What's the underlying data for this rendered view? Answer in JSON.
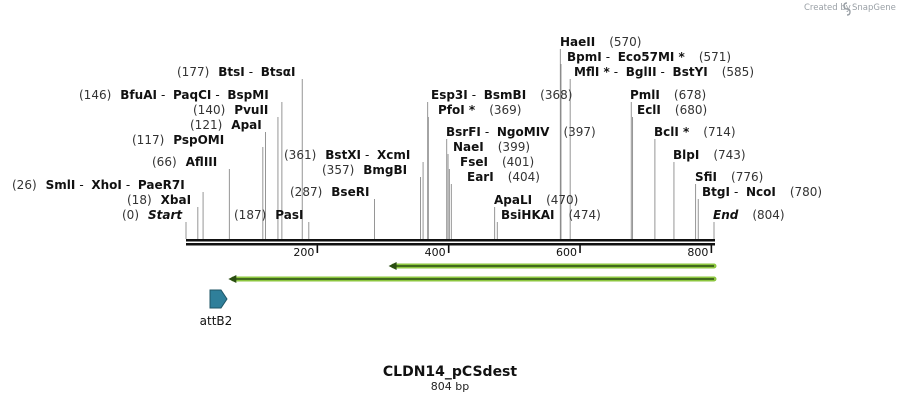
{
  "credit": {
    "prefix": "Created by",
    "brand": "SnapGene"
  },
  "sequence": {
    "name": "CLDN14_pCSdest",
    "length_label": "804 bp",
    "length": 804
  },
  "ruler": {
    "ticks": [
      200,
      400,
      600,
      800
    ]
  },
  "labels": [
    {
      "id": "start",
      "pos": "(0)",
      "parts": [
        {
          "text": "Start",
          "italic": true
        }
      ],
      "site": 0
    },
    {
      "id": "xbai",
      "pos": "(18)",
      "parts": [
        {
          "text": "XbaI"
        }
      ],
      "site": 18
    },
    {
      "id": "smli",
      "pos": "(26)",
      "parts": [
        {
          "text": "SmlI"
        },
        {
          "text": "XhoI"
        },
        {
          "text": "PaeR7I"
        }
      ],
      "site": 26
    },
    {
      "id": "afliii",
      "pos": "(66)",
      "parts": [
        {
          "text": "AflIII"
        }
      ],
      "site": 66
    },
    {
      "id": "pspomi",
      "pos": "(117)",
      "parts": [
        {
          "text": "PspOMI"
        }
      ],
      "site": 117
    },
    {
      "id": "apai",
      "pos": "(121)",
      "parts": [
        {
          "text": "ApaI"
        }
      ],
      "site": 121
    },
    {
      "id": "pvuii",
      "pos": "(140)",
      "parts": [
        {
          "text": "PvuII"
        }
      ],
      "site": 140
    },
    {
      "id": "bfuai",
      "pos": "(146)",
      "parts": [
        {
          "text": "BfuAI"
        },
        {
          "text": "PaqCI"
        },
        {
          "text": "BspMI"
        }
      ],
      "site": 146
    },
    {
      "id": "btsi",
      "pos": "(177)",
      "parts": [
        {
          "text": "BtsI"
        },
        {
          "text": "BtsαI"
        }
      ],
      "site": 177
    },
    {
      "id": "pasi",
      "pos": "(187)",
      "parts": [
        {
          "text": "PasI"
        }
      ],
      "site": 187
    },
    {
      "id": "bseri",
      "pos": "(287)",
      "parts": [
        {
          "text": "BseRI"
        }
      ],
      "site": 287
    },
    {
      "id": "bmgbi",
      "pos": "(357)",
      "parts": [
        {
          "text": "BmgBI"
        }
      ],
      "site": 357
    },
    {
      "id": "bstxi",
      "pos": "(361)",
      "parts": [
        {
          "text": "BstXI"
        },
        {
          "text": "XcmI"
        }
      ],
      "site": 361
    },
    {
      "id": "esp3i",
      "pos": "(368)",
      "parts": [
        {
          "text": "Esp3I"
        },
        {
          "text": "BsmBI"
        }
      ],
      "site": 368
    },
    {
      "id": "pfoi",
      "pos": "(369)",
      "parts": [
        {
          "text": "PfoI *"
        }
      ],
      "site": 369
    },
    {
      "id": "bsrfi",
      "pos": "(397)",
      "parts": [
        {
          "text": "BsrFI"
        },
        {
          "text": "NgoMIV"
        }
      ],
      "site": 397
    },
    {
      "id": "naei",
      "pos": "(399)",
      "parts": [
        {
          "text": "NaeI"
        }
      ],
      "site": 399
    },
    {
      "id": "fsei",
      "pos": "(401)",
      "parts": [
        {
          "text": "FseI"
        }
      ],
      "site": 401
    },
    {
      "id": "eari",
      "pos": "(404)",
      "parts": [
        {
          "text": "EarI"
        }
      ],
      "site": 404
    },
    {
      "id": "apali",
      "pos": "(470)",
      "parts": [
        {
          "text": "ApaLI"
        }
      ],
      "site": 470
    },
    {
      "id": "bsihkai",
      "pos": "(474)",
      "parts": [
        {
          "text": "BsiHKAI"
        }
      ],
      "site": 474
    },
    {
      "id": "haeii",
      "pos": "(570)",
      "parts": [
        {
          "text": "HaeII"
        }
      ],
      "site": 570
    },
    {
      "id": "bpmi",
      "pos": "(571)",
      "parts": [
        {
          "text": "BpmI"
        },
        {
          "text": "Eco57MI *"
        }
      ],
      "site": 571
    },
    {
      "id": "mfli",
      "pos": "(585)",
      "parts": [
        {
          "text": "MflI *"
        },
        {
          "text": "BglII"
        },
        {
          "text": "BstYI"
        }
      ],
      "site": 585
    },
    {
      "id": "pmli",
      "pos": "(678)",
      "parts": [
        {
          "text": "PmlI"
        }
      ],
      "site": 678
    },
    {
      "id": "ecli",
      "pos": "(680)",
      "parts": [
        {
          "text": "EclI"
        }
      ],
      "site": 680
    },
    {
      "id": "bcli",
      "pos": "(714)",
      "parts": [
        {
          "text": "BclI *"
        }
      ],
      "site": 714
    },
    {
      "id": "blpi",
      "pos": "(743)",
      "parts": [
        {
          "text": "BlpI"
        }
      ],
      "site": 743
    },
    {
      "id": "sfii",
      "pos": "(776)",
      "parts": [
        {
          "text": "SfiI"
        }
      ],
      "site": 776
    },
    {
      "id": "btgi",
      "pos": "(780)",
      "parts": [
        {
          "text": "BtgI"
        },
        {
          "text": "NcoI"
        }
      ],
      "site": 780
    },
    {
      "id": "end",
      "pos": "(804)",
      "parts": [
        {
          "text": "End",
          "italic": true
        }
      ],
      "site": 804
    }
  ],
  "features": [
    {
      "id": "feature-arrow-1",
      "start": 310,
      "end": 804,
      "direction": "reverse",
      "color": "#8cc63f"
    },
    {
      "id": "feature-arrow-2",
      "start": 66,
      "end": 804,
      "direction": "reverse",
      "color": "#8cc63f"
    }
  ],
  "att_site": {
    "name": "attB2",
    "site": 35,
    "color": "#2f7f9a"
  }
}
